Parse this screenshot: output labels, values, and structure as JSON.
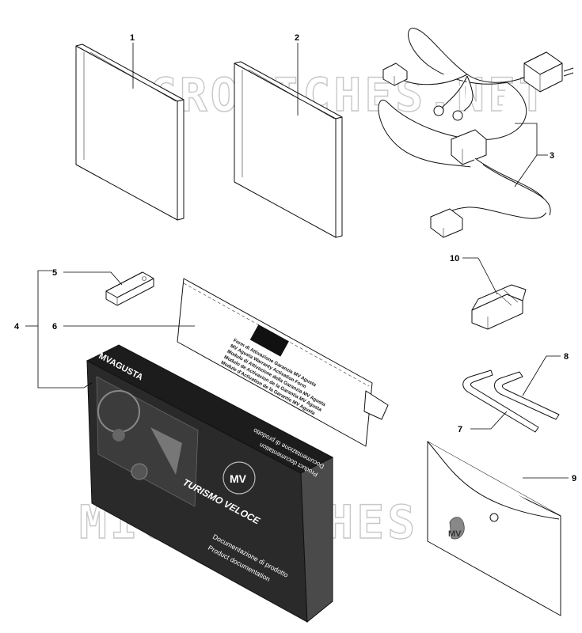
{
  "watermark": {
    "text_top": "MICROFICHES.NET",
    "text_bottom": "MICROFICHES.NET"
  },
  "callouts": [
    {
      "id": "1",
      "label": "1"
    },
    {
      "id": "2",
      "label": "2"
    },
    {
      "id": "3",
      "label": "3"
    },
    {
      "id": "4",
      "label": "4"
    },
    {
      "id": "5",
      "label": "5"
    },
    {
      "id": "6",
      "label": "6"
    },
    {
      "id": "7",
      "label": "7"
    },
    {
      "id": "8",
      "label": "8"
    },
    {
      "id": "9",
      "label": "9"
    },
    {
      "id": "10",
      "label": "10"
    }
  ],
  "box": {
    "header_text": "MVAGUSTA",
    "model_text": "TURISMO VELOCE",
    "doc_line1_it": "Documentazione di prodotto",
    "doc_line2_en": "Product documentation",
    "side_line1_it": "Documentazione di prodotto",
    "side_line2_en": "Product documentation",
    "logo_text": "MV"
  },
  "card": {
    "lines": [
      "Form di Attivazione Garanzia MV Agusta",
      "MV Agusta Warranty Activation Form",
      "Modulo di Attivazione della Garanzia MV Agusta",
      "Modulo de Activacion de la Garantia MV Agusta",
      "Module d'Activation de la Garantie MV Agusta"
    ]
  },
  "colors": {
    "box_dark": "#2a2a2a",
    "box_side": "#4a4a4a",
    "box_top": "#1c1c1c",
    "watermark": "#c8c8c8"
  }
}
